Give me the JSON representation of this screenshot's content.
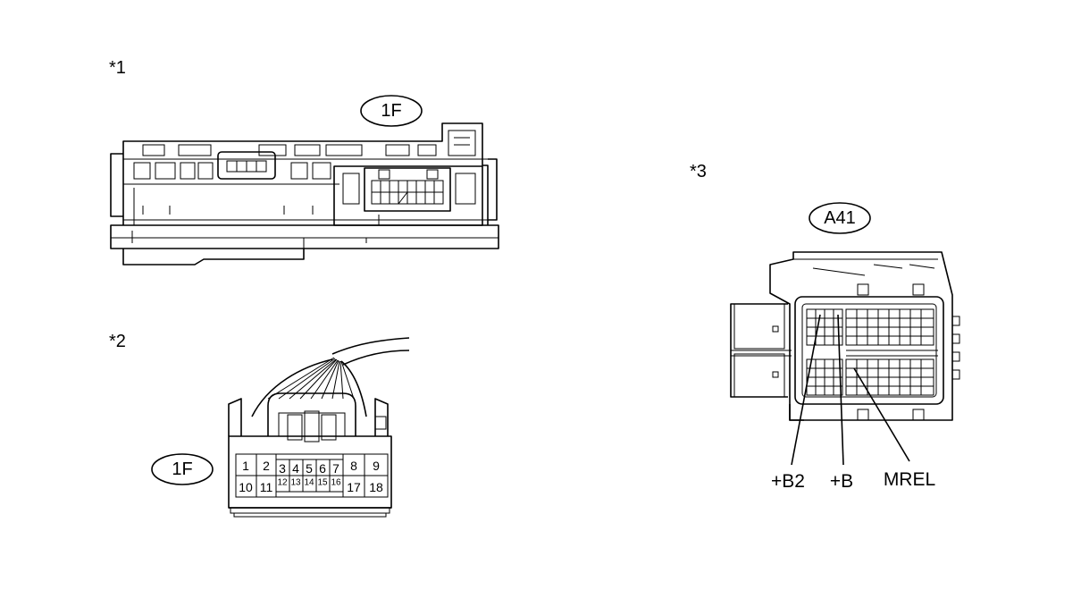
{
  "callouts": {
    "c1": "*1",
    "c2": "*2",
    "c3": "*3"
  },
  "connector_1f": {
    "label_top": "1F",
    "label_face": "1F",
    "pins_row1": [
      "1",
      "2",
      "3",
      "4",
      "5",
      "6",
      "7",
      "8",
      "9"
    ],
    "pins_row2": [
      "10",
      "11",
      "12",
      "13",
      "14",
      "15",
      "16",
      "17",
      "18"
    ]
  },
  "connector_a41": {
    "label": "A41",
    "terminals": [
      "+B2",
      "+B",
      "MREL"
    ]
  }
}
